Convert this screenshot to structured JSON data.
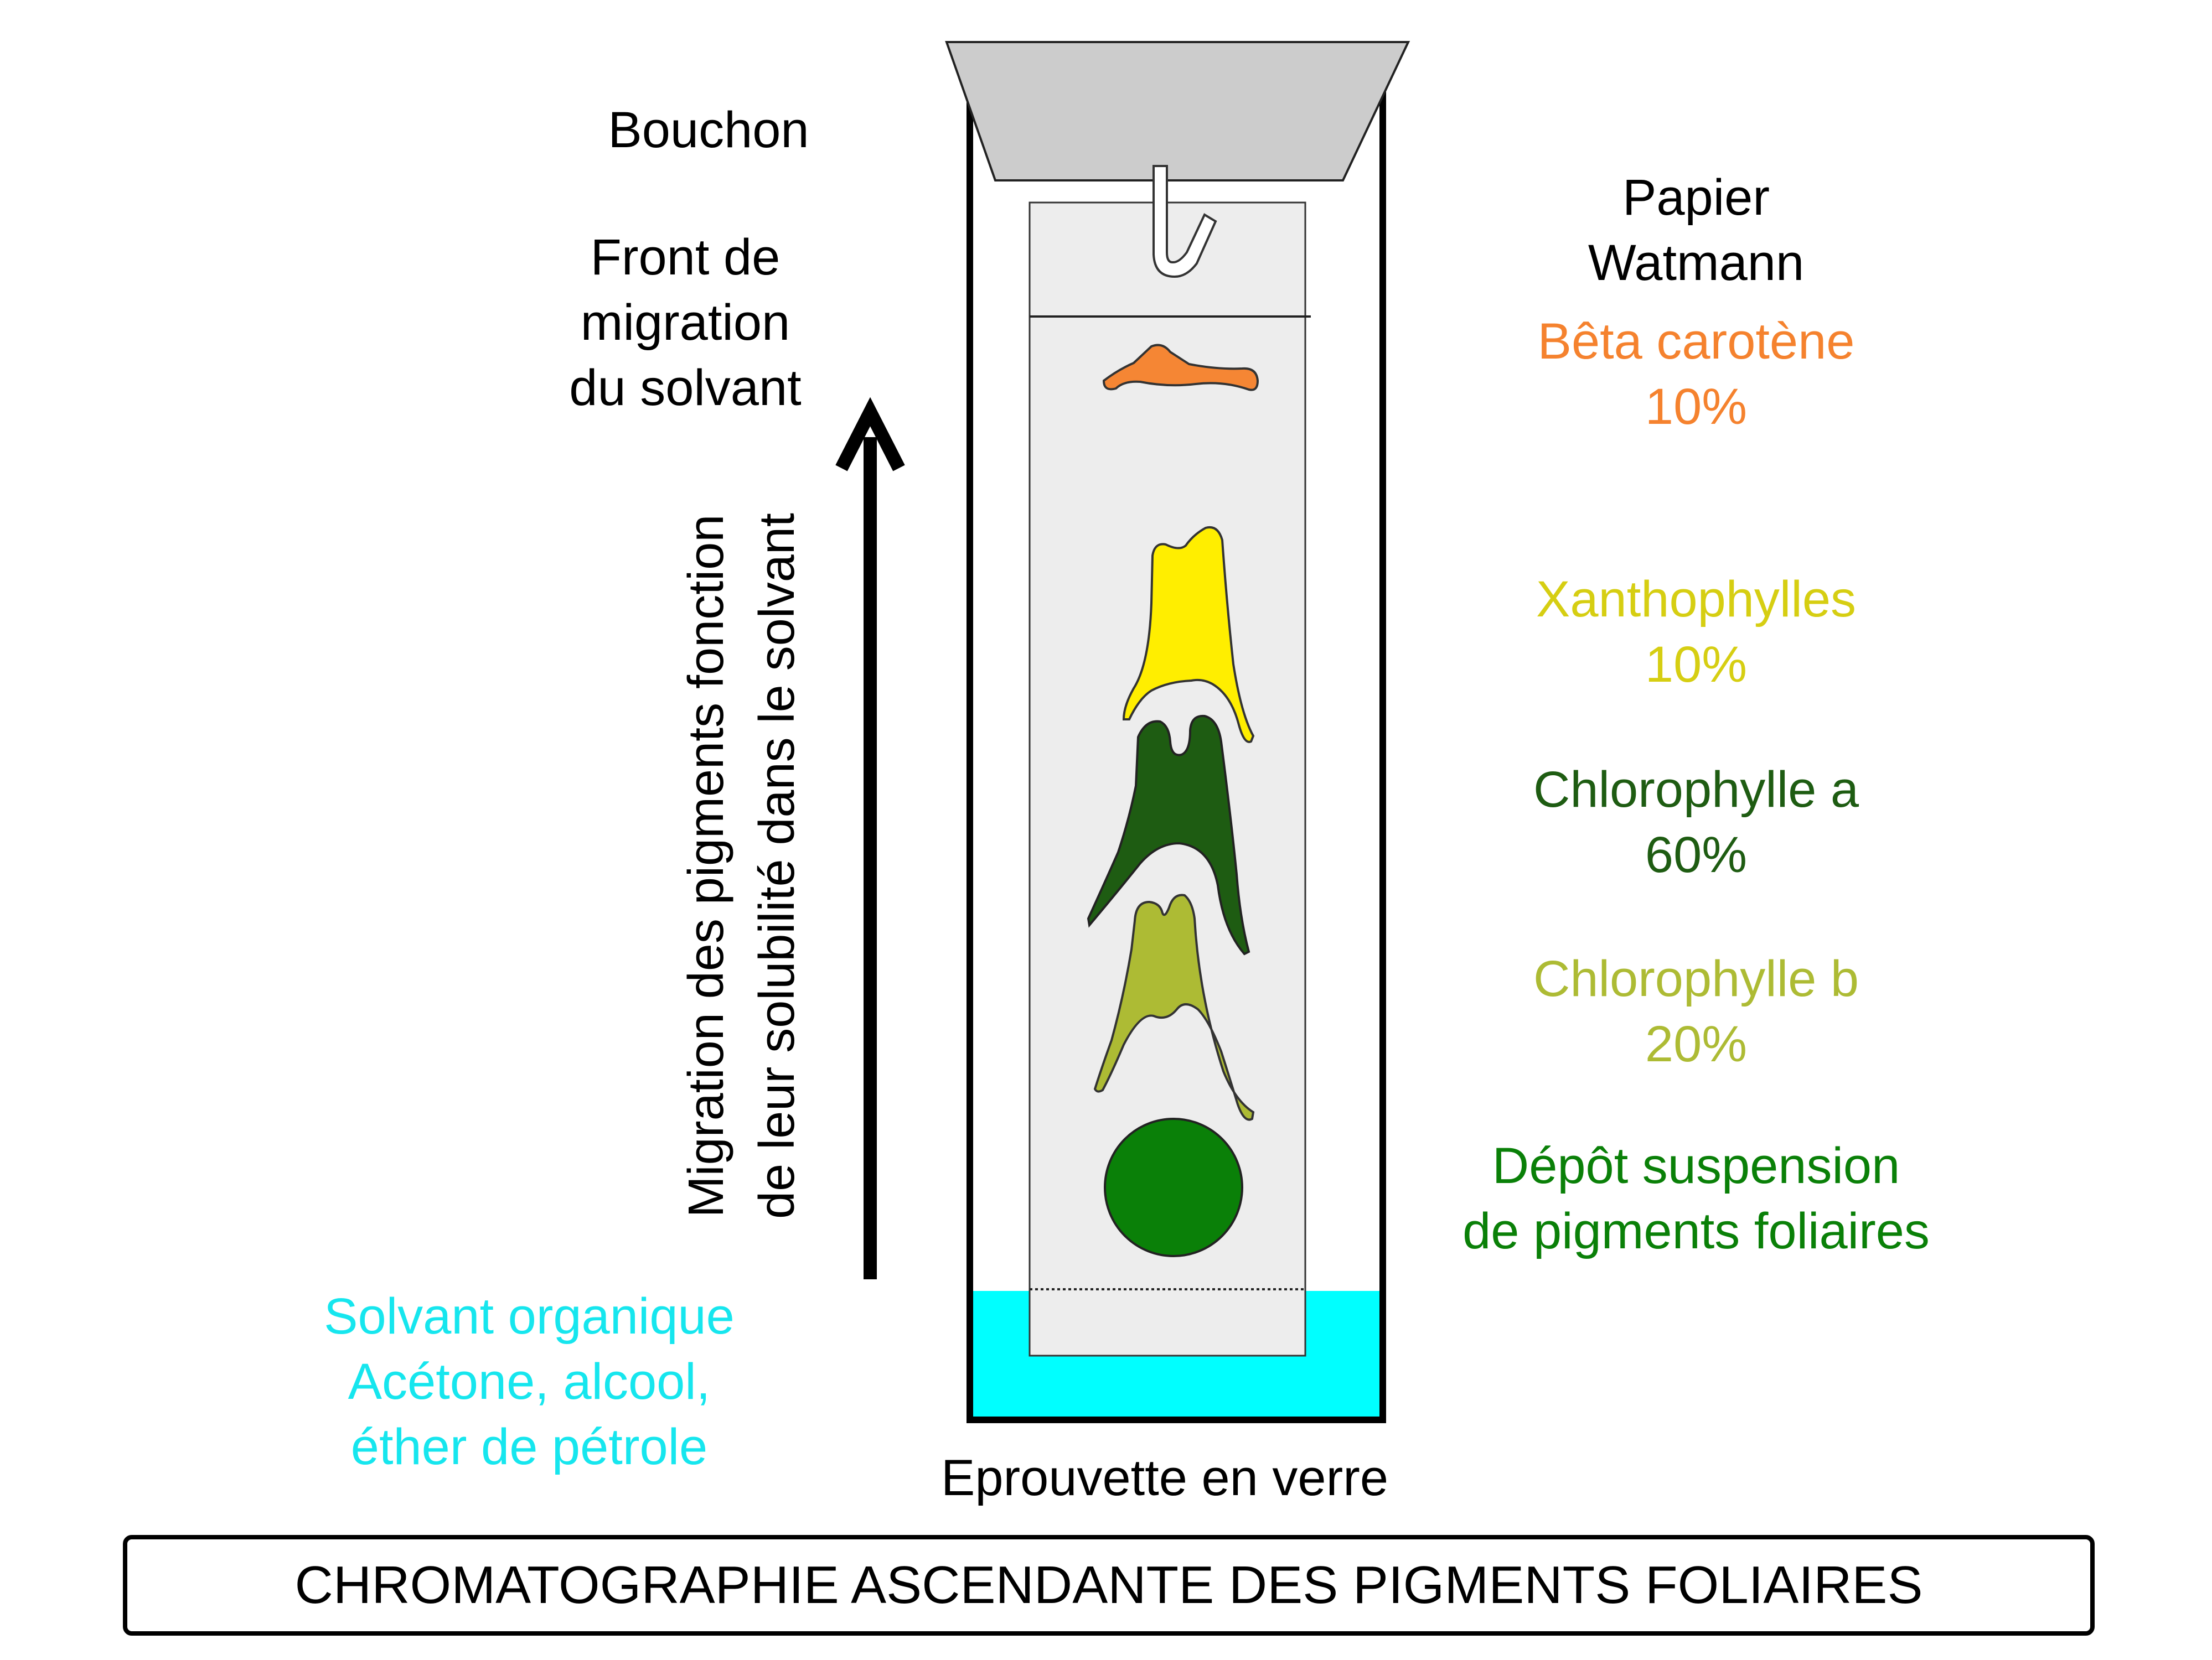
{
  "labels": {
    "cap": "Bouchon",
    "front": [
      "Front de",
      "migration",
      "du solvant"
    ],
    "migration": [
      "Migration des pigments fonction",
      "de leur solubilité dans le solvant"
    ],
    "solvent": [
      "Solvant organique",
      "Acétone, alcool,",
      "éther de pétrole"
    ],
    "tube": "Eprouvette en verre",
    "paper": [
      "Papier",
      "Watmann"
    ]
  },
  "pigments": [
    {
      "name": "Bêta carotène",
      "percent": "10%",
      "color": "#F5822E"
    },
    {
      "name": "Xanthophylles",
      "percent": "10%",
      "color": "#D6CE12"
    },
    {
      "name": "Chlorophylle a",
      "percent": "60%",
      "color": "#1E5C12"
    },
    {
      "name": "Chlorophylle b",
      "percent": "20%",
      "color": "#ADBB34"
    }
  ],
  "deposit": {
    "lines": [
      "Dépôt suspension",
      "de pigments foliaires"
    ],
    "color": "#0A8008"
  },
  "colors": {
    "solvent": "#00FFFF",
    "solvent_label": "#16E6EE",
    "cap": "#CCCCCC",
    "paper": "#EDEDED",
    "carotene": "#F58634",
    "xanthophyll": "#FFEE00",
    "chloro_a": "#1E5C12",
    "chloro_b": "#ADBB34",
    "deposit": "#0A8008"
  },
  "title": "CHROMATOGRAPHIE ASCENDANTE DES PIGMENTS FOLIAIRES"
}
